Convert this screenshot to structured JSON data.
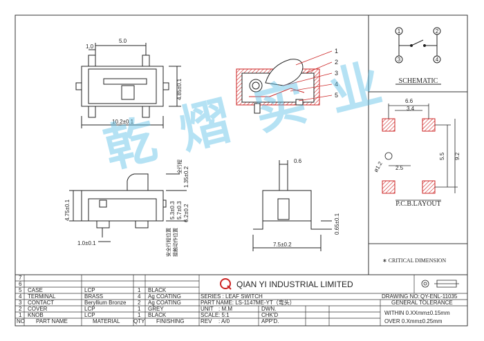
{
  "title_block": {
    "company": "QIAN YI INDUSTRIAL LIMITED",
    "logo_letter": "Q",
    "drawing_no_label": "DRAWING NO:",
    "drawing_no": "QY-ENL-11035",
    "series": "SERIES : LEAF SWITCH",
    "part_name": "PART NAME: LS-1147ME-YT（弯头）",
    "unit_label": "UNIT",
    "unit": ": M.M",
    "scale_label": "SCALE",
    "scale": ": 5:1",
    "rev_label": "REV",
    "rev": ": A/0",
    "dwn": "DWN.",
    "chkd": "CHK'D",
    "appd": "APP'D.",
    "general_tolerance": "GENERAL TOLERANCE",
    "tol_within": "WITHIN 0.XXmm±0.15mm",
    "tol_over": "OVER    0.Xmm±0.25mm",
    "critical": "∗ CRITICAL  DIMENSION"
  },
  "bom": {
    "header": {
      "no": "NO",
      "part": "PART NAME",
      "material": "MATERIAL",
      "qty": "QTY",
      "finish": "FINISHING"
    },
    "rows": [
      {
        "no": "7",
        "part": "",
        "material": "",
        "qty": "",
        "finish": ""
      },
      {
        "no": "6",
        "part": "",
        "material": "",
        "qty": "",
        "finish": ""
      },
      {
        "no": "5",
        "part": "CASE",
        "material": "LCP",
        "qty": "1",
        "finish": "BLACK"
      },
      {
        "no": "4",
        "part": "TERMINAL",
        "material": "BRASS",
        "qty": "4",
        "finish": "Ag COATING"
      },
      {
        "no": "3",
        "part": "CONTACT",
        "material": "Beryllium Bronze",
        "qty": "2",
        "finish": "Ag COATING"
      },
      {
        "no": "2",
        "part": "COVER",
        "material": "LCP",
        "qty": "1",
        "finish": "GREY"
      },
      {
        "no": "1",
        "part": "KNOB",
        "material": "LCP",
        "qty": "1",
        "finish": "BLACK"
      }
    ]
  },
  "views": {
    "top": {
      "dim_width": "5.0",
      "dim_pin": "1.0",
      "dim_height": "4.85±0.1",
      "dim_total": "10.2±0.1"
    },
    "section": {
      "callouts": [
        "1",
        "2",
        "3",
        "4",
        "5"
      ]
    },
    "front": {
      "dim_overall": "4.75±0.1",
      "dim_pin": "1.0±0.1",
      "dim_a": "5.3±0.3",
      "dim_b": "5.7±0.3",
      "dim_c": "6.2±0.2",
      "dim_d": "1.35±0.2",
      "note_top": "全行程",
      "note_mid1": "安全行程位置",
      "note_mid2": "接触动作位置"
    },
    "side": {
      "dim_tip": "0.6",
      "dim_height": "0.65±0.1",
      "dim_width": "7.5±0.2"
    }
  },
  "schematic": {
    "label": "SCHEMATIC",
    "pins": [
      "1",
      "2",
      "3",
      "4"
    ]
  },
  "pcb": {
    "label": "P.C.B.LAYOUT",
    "dim_66": "6.6",
    "dim_34": "3.4",
    "dim_55": "5.5",
    "dim_92": "9.2",
    "dim_25": "2.5",
    "dim_hole": "ø1.2"
  },
  "watermark": "乾 熠 实 业"
}
